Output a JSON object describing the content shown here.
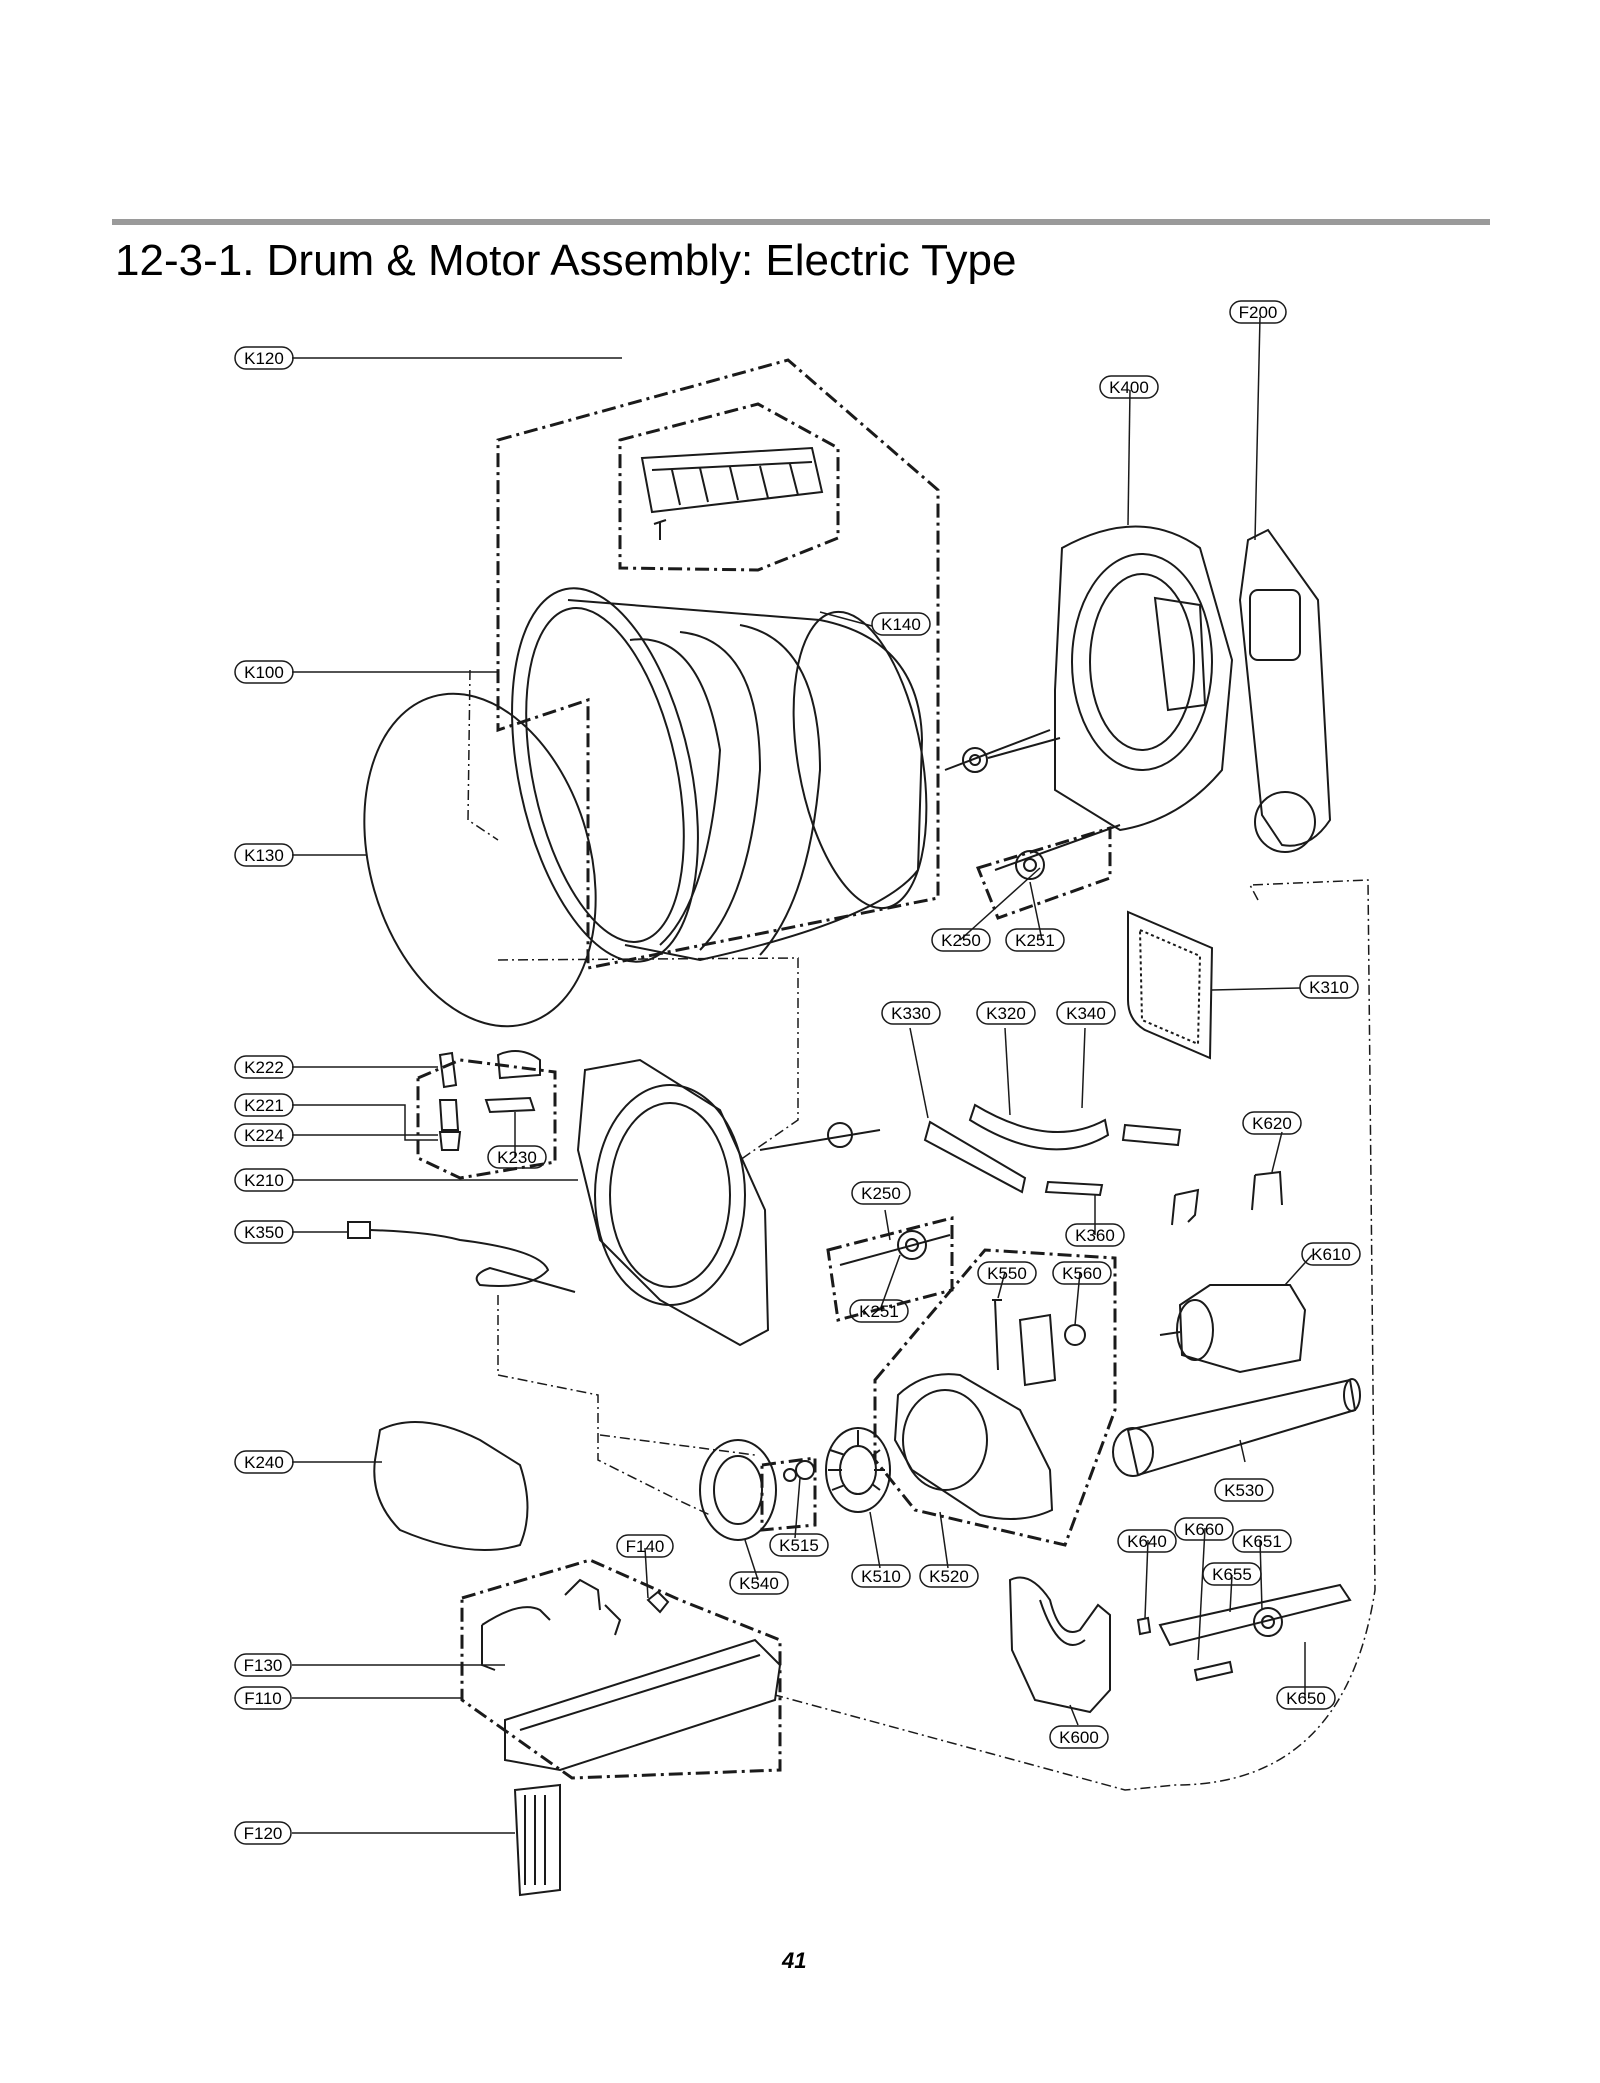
{
  "title": "12-3-1. Drum & Motor Assembly: Electric Type",
  "page_number": "41",
  "parts": [
    "F200",
    "K400",
    "K120",
    "K140",
    "K100",
    "K130",
    "K250",
    "K251",
    "K310",
    "K330",
    "K320",
    "K340",
    "K222",
    "K221",
    "K224",
    "K230",
    "K210",
    "K620",
    "K250",
    "K360",
    "K350",
    "K610",
    "K550",
    "K560",
    "K251",
    "K240",
    "K530",
    "K515",
    "F140",
    "K540",
    "K510",
    "K520",
    "K640",
    "K660",
    "K651",
    "K655",
    "F130",
    "F110",
    "K650",
    "K600",
    "F120"
  ],
  "colors": {
    "line": "#1a1a1a",
    "rule": "#9a9a9a",
    "background": "#ffffff"
  }
}
